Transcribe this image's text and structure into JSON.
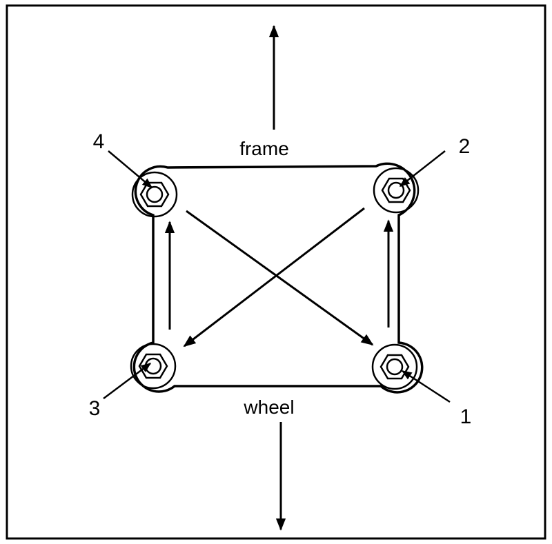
{
  "labels": {
    "frame": "frame",
    "wheel": "wheel"
  },
  "bolts": [
    {
      "number": "1"
    },
    {
      "number": "2"
    },
    {
      "number": "3"
    },
    {
      "number": "4"
    }
  ],
  "colors": {
    "ink": "#000000",
    "background": "#ffffff"
  }
}
